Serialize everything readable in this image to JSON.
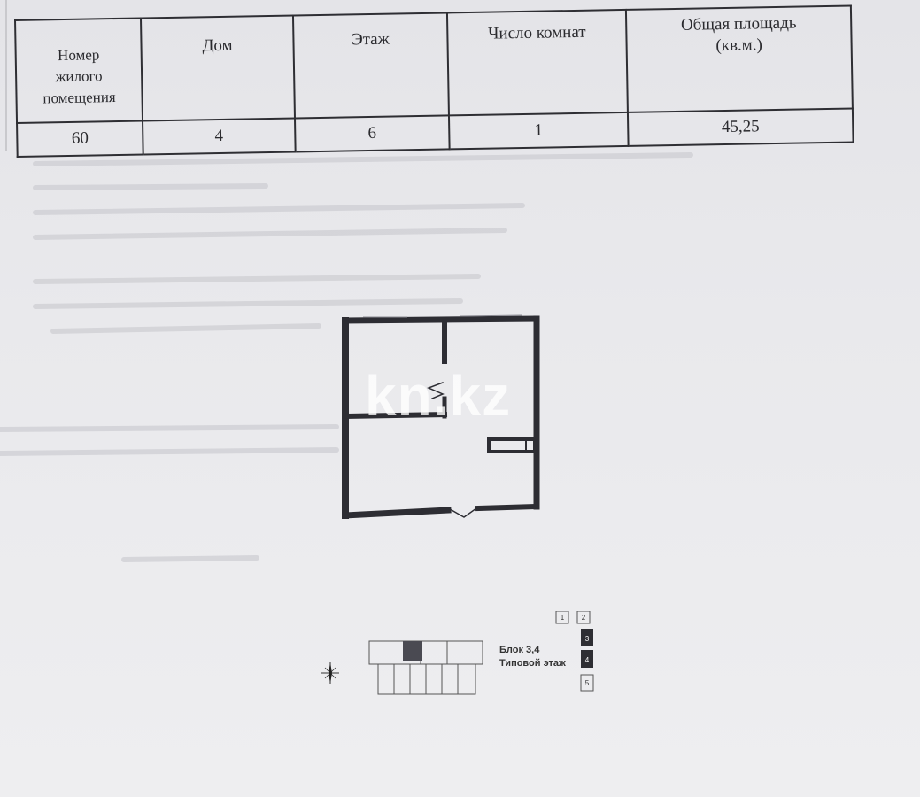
{
  "table": {
    "headers": {
      "number": [
        "Номер",
        "жилого",
        "помещения"
      ],
      "house": "Дом",
      "floor": "Этаж",
      "rooms": "Число комнат",
      "area": [
        "Общая площадь",
        "(кв.м.)"
      ]
    },
    "row": {
      "number": "60",
      "house": "4",
      "floor": "6",
      "rooms": "1",
      "area": "45,25"
    }
  },
  "watermark": "kn.kz",
  "schema": {
    "block_line1": "Блок 3,4",
    "block_line2": "Типовой этаж",
    "blocks": [
      "1",
      "2",
      "3",
      "4",
      "5"
    ],
    "highlighted_blocks": [
      "3",
      "4"
    ]
  },
  "colors": {
    "paper": "#e9e9ec",
    "ink": "#2e2e33",
    "wall": "#2d2d33",
    "watermark": "#ffffff",
    "accent_blue": "#4a6fd6"
  }
}
